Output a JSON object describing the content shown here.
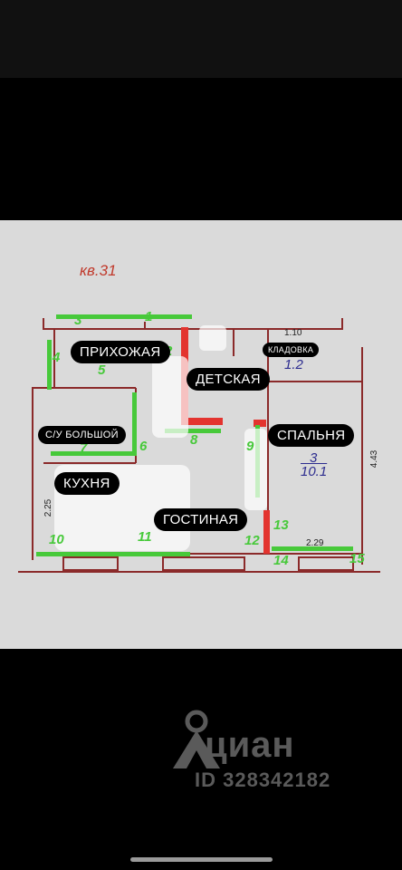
{
  "listing": {
    "apartment_label": "кв.31",
    "rooms": {
      "hallway": "ПРИХОЖАЯ",
      "nursery": "ДЕТСКАЯ",
      "storage": "КЛАДОВКА",
      "bathroom": "С/У БОЛЬШОЙ",
      "bedroom": "СПАЛЬНЯ",
      "kitchen": "КУХНЯ",
      "living_room": "ГОСТИНАЯ"
    },
    "dimensions": {
      "storage_width": "1.10",
      "storage_area": "1.2",
      "bedroom_length": "4.43",
      "bedroom_width": "2.29",
      "kitchen_height": "2.25",
      "bedroom_number": "3",
      "bedroom_area": "10.1"
    },
    "wall_markers": [
      "1",
      "2",
      "3",
      "4",
      "5",
      "6",
      "7",
      "8",
      "9",
      "10",
      "11",
      "12",
      "13",
      "14",
      "15"
    ]
  },
  "watermark": {
    "brand": "циан",
    "id_text": "ID 328342182",
    "icon": "location-pin-icon"
  },
  "colors": {
    "marker_green": "#47c93a",
    "wall_red": "#e3342f",
    "plan_line": "#8b2a2a"
  }
}
